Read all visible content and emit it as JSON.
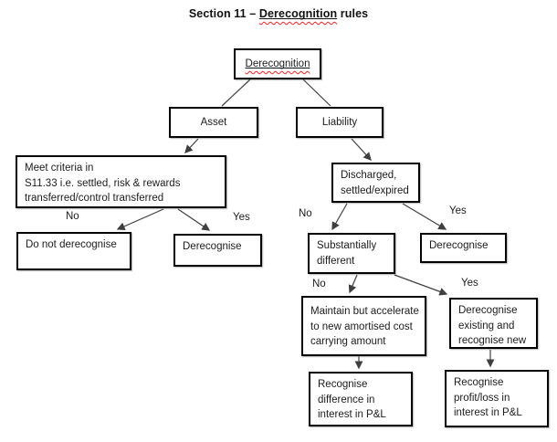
{
  "title": {
    "text_before": "Section 11 – ",
    "underlined_word": "Derecognition",
    "text_after": " rules"
  },
  "colors": {
    "box_border": "#000000",
    "connector": "#3f3f3f",
    "spellcheck_squiggle": "#ff2020",
    "text": "#1c1c1c",
    "background": "#ffffff"
  },
  "nodes": {
    "derecognition": {
      "lines": [
        "Derecognition"
      ]
    },
    "asset": {
      "lines": [
        "Asset"
      ]
    },
    "liability": {
      "lines": [
        "Liability"
      ]
    },
    "criteria": {
      "lines": [
        "Meet criteria in",
        "S11.33 i.e. settled, risk & rewards",
        "transferred/control transferred"
      ]
    },
    "do_not_derecognise": {
      "lines": [
        "Do not derecognise"
      ]
    },
    "derecognise_asset": {
      "lines": [
        "Derecognise"
      ]
    },
    "discharged": {
      "lines": [
        "Discharged,",
        "settled/expired"
      ]
    },
    "substantially_different": {
      "lines": [
        "Substantially",
        "different"
      ]
    },
    "derecognise_liability": {
      "lines": [
        "Derecognise"
      ]
    },
    "maintain": {
      "lines": [
        "Maintain but accelerate",
        "to new amortised cost",
        "carrying amount"
      ]
    },
    "derecognise_existing": {
      "lines": [
        "Derecognise",
        "existing and",
        "recognise new"
      ]
    },
    "recognise_difference": {
      "lines": [
        "Recognise",
        "difference in",
        "interest in P&L"
      ]
    },
    "recognise_profit_loss": {
      "lines": [
        "Recognise",
        "profit/loss in",
        "interest in P&L"
      ]
    }
  },
  "edges": [
    {
      "from": "derecognition",
      "to": "asset",
      "label": ""
    },
    {
      "from": "derecognition",
      "to": "liability",
      "label": ""
    },
    {
      "from": "asset",
      "to": "criteria",
      "label": ""
    },
    {
      "from": "criteria",
      "to": "do_not_derecognise",
      "label": "No"
    },
    {
      "from": "criteria",
      "to": "derecognise_asset",
      "label": "Yes"
    },
    {
      "from": "liability",
      "to": "discharged",
      "label": ""
    },
    {
      "from": "discharged",
      "to": "substantially_different",
      "label": "No"
    },
    {
      "from": "discharged",
      "to": "derecognise_liability",
      "label": "Yes"
    },
    {
      "from": "substantially_different",
      "to": "maintain",
      "label": "No"
    },
    {
      "from": "substantially_different",
      "to": "derecognise_existing",
      "label": "Yes"
    },
    {
      "from": "maintain",
      "to": "recognise_difference",
      "label": ""
    },
    {
      "from": "derecognise_existing",
      "to": "recognise_profit_loss",
      "label": ""
    }
  ]
}
